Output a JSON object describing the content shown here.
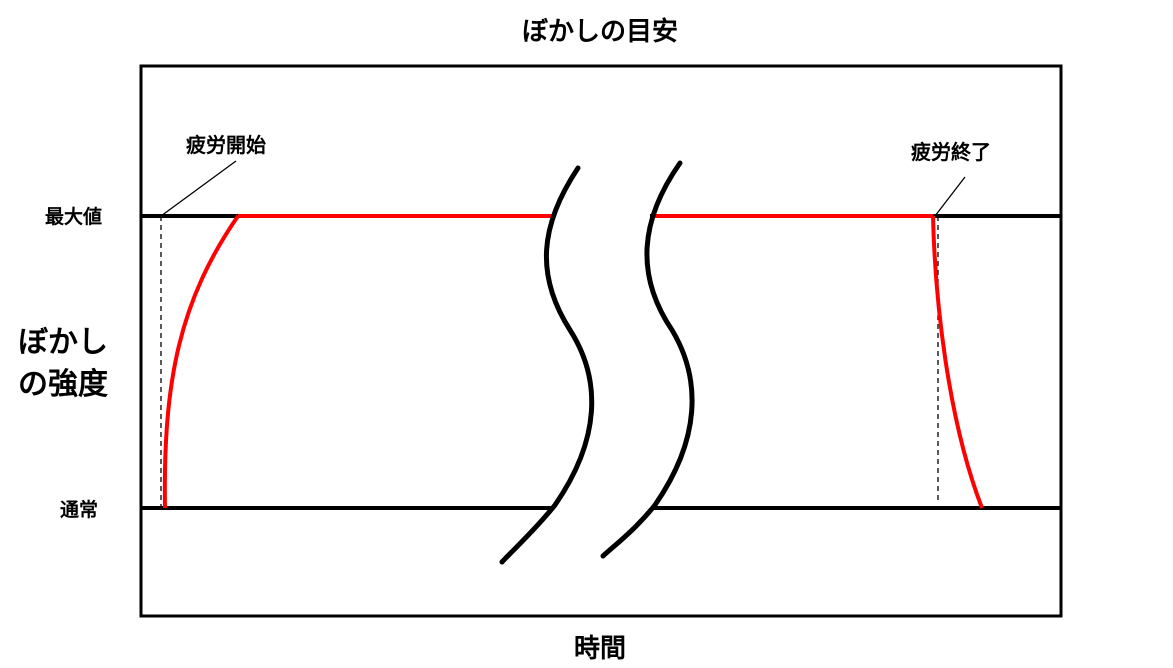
{
  "title": "ぼかしの目安",
  "xlabel": "時間",
  "ylabel_lines": [
    "ぼかし",
    "の強度"
  ],
  "levels": {
    "max": "最大値",
    "normal": "通常"
  },
  "annotations": {
    "fatigue_start": "疲労開始",
    "fatigue_end": "疲労終了"
  },
  "colors": {
    "curve": "#ff0000",
    "lines": "#000000",
    "background": "#ffffff"
  }
}
